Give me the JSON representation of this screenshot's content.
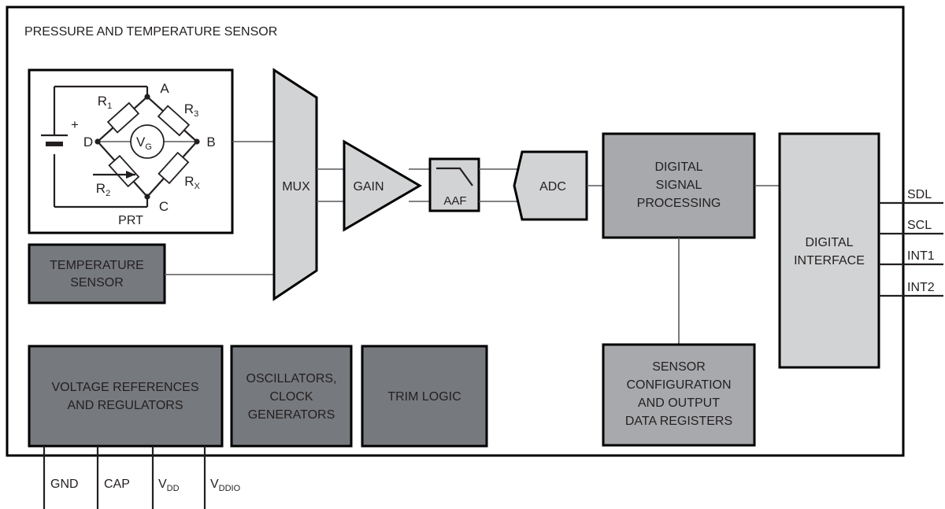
{
  "diagram": {
    "title": "PRESSURE AND TEMPERATURE SENSOR",
    "type": "block-diagram"
  },
  "colors": {
    "fill_light": "#d2d3d4",
    "fill_medium": "#a7a9ac",
    "fill_dark": "#76797e",
    "outline": "#000000",
    "wire": "#58595b",
    "text": "#231f20",
    "background": "#ffffff"
  },
  "bridge": {
    "caption": "PRT",
    "nodes": {
      "top": "A",
      "right": "B",
      "bottom": "C",
      "left": "D"
    },
    "resistors": [
      {
        "name": "R1",
        "base": "R",
        "sub": "1"
      },
      {
        "name": "R3",
        "base": "R",
        "sub": "3"
      },
      {
        "name": "R2",
        "base": "R",
        "sub": "2"
      },
      {
        "name": "Rx",
        "base": "R",
        "sub": "X"
      }
    ],
    "galvanometer": {
      "base": "V",
      "sub": "G"
    },
    "source_polarity": "+"
  },
  "blocks": {
    "mux": {
      "label": "MUX",
      "fill": "light"
    },
    "gain": {
      "label": "GAIN",
      "fill": "light"
    },
    "aaf": {
      "label": "AAF",
      "fill": "light"
    },
    "adc": {
      "label": "ADC",
      "fill": "light"
    },
    "temperature_sensor": {
      "lines": [
        "TEMPERATURE",
        "SENSOR"
      ],
      "fill": "dark"
    },
    "dsp": {
      "lines": [
        "DIGITAL",
        "SIGNAL",
        "PROCESSING"
      ],
      "fill": "medium"
    },
    "digital_interface": {
      "lines": [
        "DIGITAL",
        "INTERFACE"
      ],
      "fill": "light"
    },
    "sensor_config": {
      "lines": [
        "SENSOR",
        "CONFIGURATION",
        "AND OUTPUT",
        "DATA REGISTERS"
      ],
      "fill": "medium"
    },
    "voltage_refs": {
      "lines": [
        "VOLTAGE REFERENCES",
        "AND REGULATORS"
      ],
      "fill": "dark"
    },
    "oscillators": {
      "lines": [
        "OSCILLATORS,",
        "CLOCK",
        "GENERATORS"
      ],
      "fill": "dark"
    },
    "trim_logic": {
      "lines": [
        "TRIM LOGIC"
      ],
      "fill": "dark"
    }
  },
  "pins": {
    "right": [
      {
        "label": "SDL",
        "base": "SDL",
        "sub": ""
      },
      {
        "label": "SCL",
        "base": "SCL",
        "sub": ""
      },
      {
        "label": "INT1",
        "base": "INT1",
        "sub": ""
      },
      {
        "label": "INT2",
        "base": "INT2",
        "sub": ""
      }
    ],
    "bottom": [
      {
        "label": "GND",
        "base": "GND",
        "sub": ""
      },
      {
        "label": "CAP",
        "base": "CAP",
        "sub": ""
      },
      {
        "label": "VDD",
        "base": "V",
        "sub": "DD"
      },
      {
        "label": "VDDIO",
        "base": "V",
        "sub": "DDIO"
      }
    ]
  }
}
